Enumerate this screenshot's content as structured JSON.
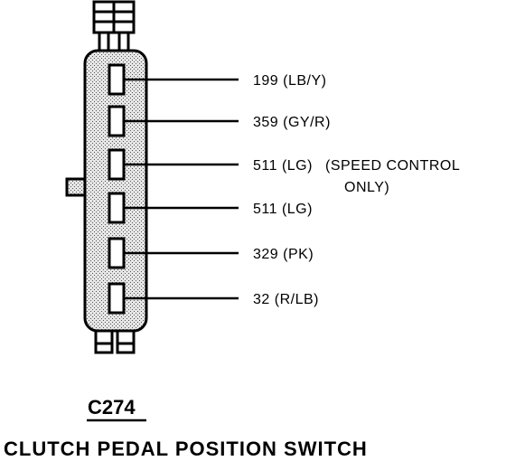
{
  "connector": {
    "id": "C274",
    "title": "CLUTCH PEDAL POSITION SWITCH"
  },
  "pins": [
    {
      "circuit": "199",
      "color_code": "(LB/Y)",
      "label": "199 (LB/Y)",
      "note": ""
    },
    {
      "circuit": "359",
      "color_code": "(GY/R)",
      "label": "359 (GY/R)",
      "note": ""
    },
    {
      "circuit": "511",
      "color_code": "(LG)",
      "label": "511 (LG)",
      "note": "(SPEED CONTROL",
      "note_line2": "ONLY)"
    },
    {
      "circuit": "511",
      "color_code": "(LG)",
      "label": "511 (LG)",
      "note": ""
    },
    {
      "circuit": "329",
      "color_code": "(PK)",
      "label": "329 (PK)",
      "note": ""
    },
    {
      "circuit": "32",
      "color_code": "(R/LB)",
      "label": "32 (R/LB)",
      "note": ""
    }
  ],
  "colors": {
    "ink": "#000000",
    "connector_fill": "#cfcfcf",
    "background": "#ffffff"
  }
}
